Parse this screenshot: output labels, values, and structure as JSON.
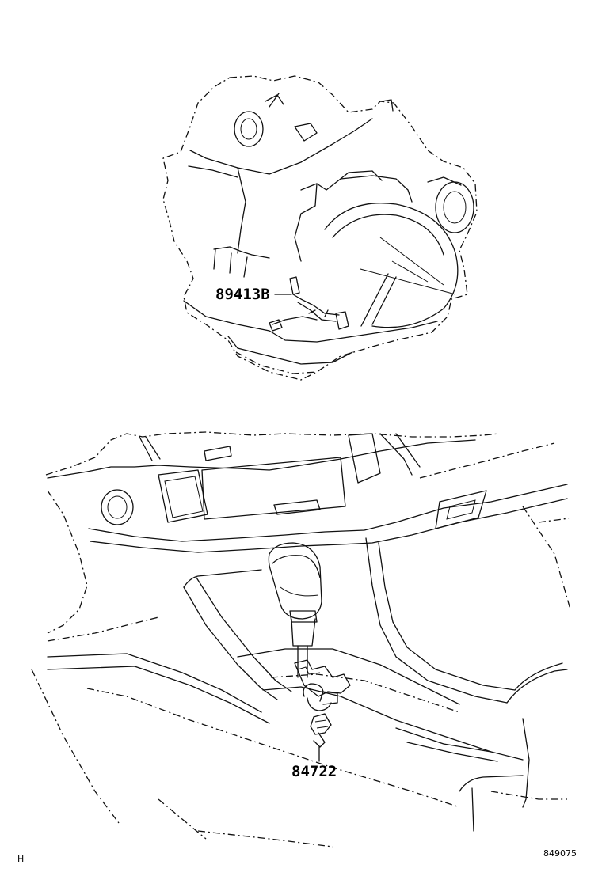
{
  "parts": {
    "sensor_label": "89413B",
    "shift_lock_label": "84722"
  },
  "footer": {
    "left_code": "H",
    "figure_number": "849075"
  }
}
